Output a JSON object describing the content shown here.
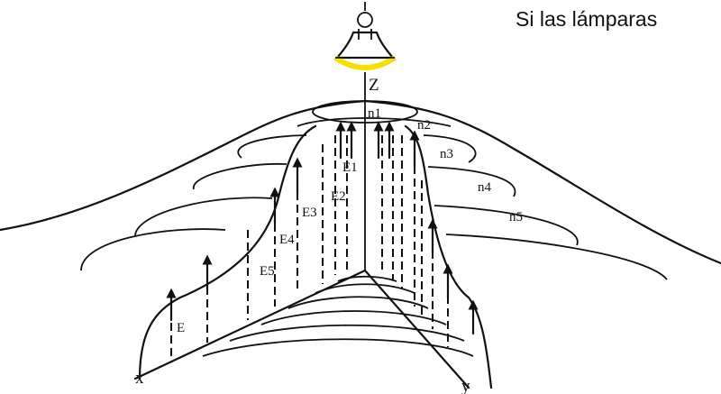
{
  "caption": "Si las lámparas",
  "labels": {
    "z": "Z",
    "x": "x",
    "y": "y",
    "n1": "n1",
    "n2": "n2",
    "n3": "n3",
    "n4": "n4",
    "n5": "n5",
    "e": "E",
    "e1": "E1",
    "e2": "E2",
    "e3": "E3",
    "e4": "E4",
    "e5": "E5"
  },
  "colors": {
    "lamp_glow": "#f5e000",
    "ink": "#111111"
  }
}
